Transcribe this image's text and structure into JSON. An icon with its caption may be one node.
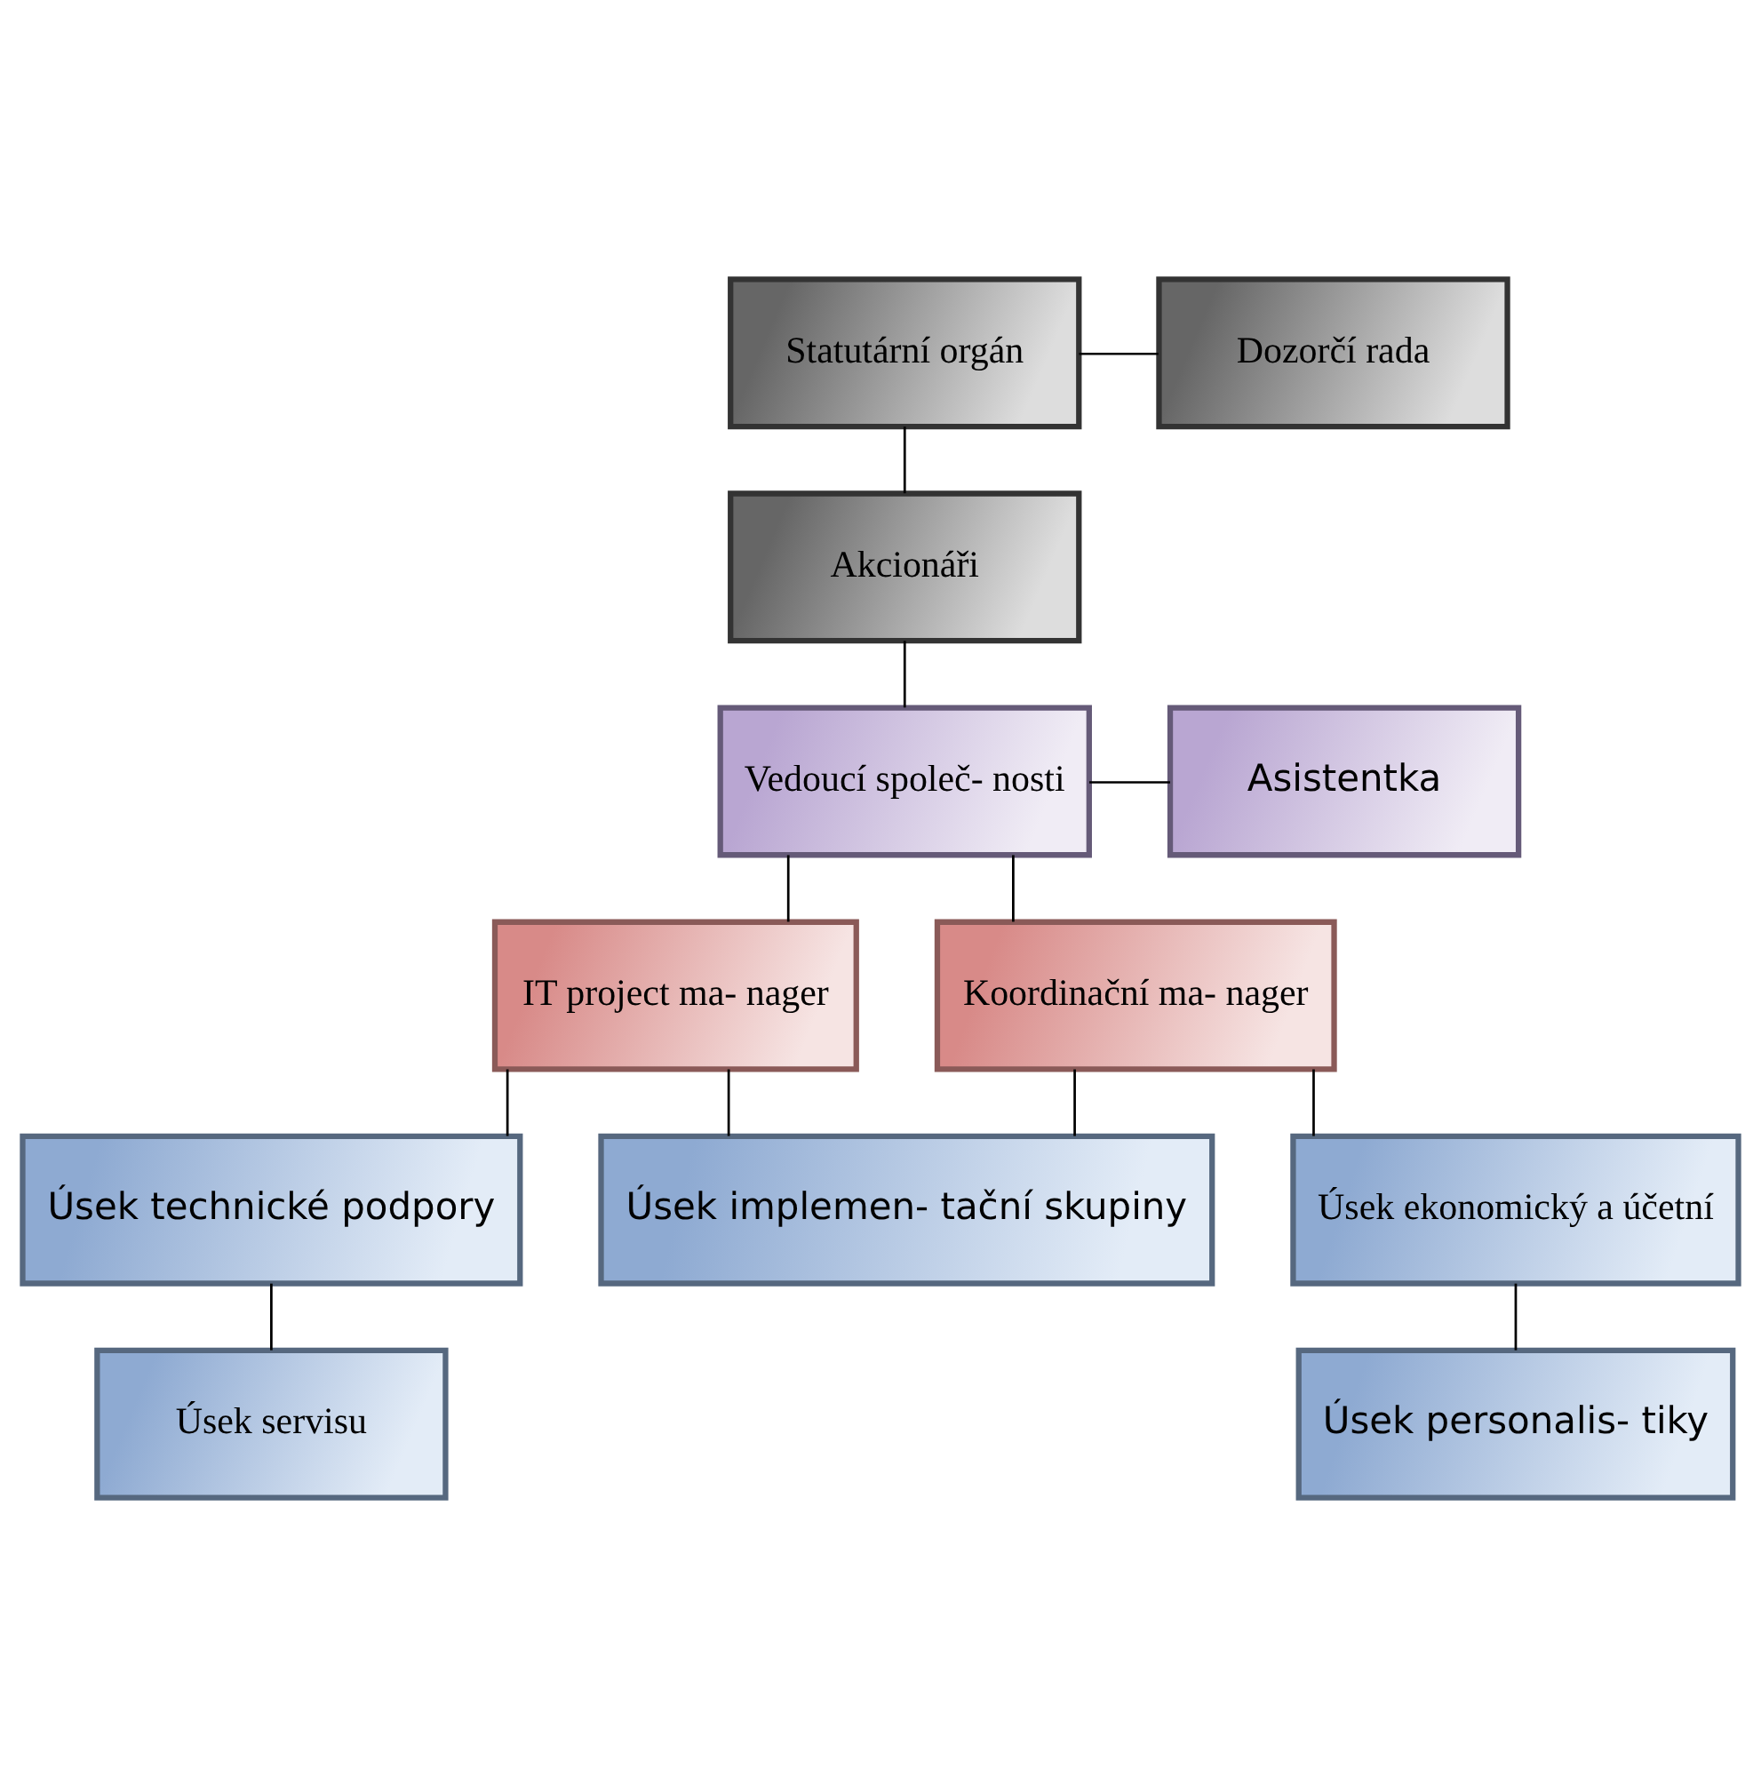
{
  "diagram": {
    "nodes": [
      {
        "text": [
          "Statutární orgán"
        ]
      },
      {
        "text": [
          "Dozorčí rada"
        ]
      },
      {
        "text": [
          "Akcionáři"
        ]
      },
      {
        "text": [
          "Vedoucí společ- nosti"
        ]
      },
      {
        "text": [
          "Asistentka"
        ]
      },
      {
        "text": [
          "IT project ma- nager"
        ]
      },
      {
        "text": [
          "Koordinační ma- nager"
        ]
      },
      {
        "text": [
          "Úsek technické podpory"
        ]
      },
      {
        "text": [
          "Úsek implemen- tační skupiny"
        ]
      },
      {
        "text": [
          "Úsek ekonomický a účetní"
        ]
      },
      {
        "text": [
          "Úsek servisu"
        ]
      },
      {
        "text": [
          "Úsek personalis- tiky"
        ]
      }
    ],
    "edges": [
      {
        "from": 0,
        "to": 2,
        "arrow": "none"
      },
      {
        "from": 0,
        "to": 1,
        "arrow": "none"
      },
      {
        "from": 2,
        "to": 3,
        "arrow": "none"
      },
      {
        "from": 3,
        "to": 4,
        "arrow": "none"
      },
      {
        "from": 3,
        "to": 5,
        "arrow": "none"
      },
      {
        "from": 3,
        "to": 6,
        "arrow": "none"
      },
      {
        "from": 5,
        "to": 7,
        "arrow": "none"
      },
      {
        "from": 5,
        "to": 8,
        "arrow": "none"
      },
      {
        "from": 6,
        "to": 8,
        "arrow": "none"
      },
      {
        "from": 6,
        "to": 9,
        "arrow": "none"
      },
      {
        "from": 7,
        "to": 10,
        "arrow": "none"
      },
      {
        "from": 9,
        "to": 11,
        "arrow": "none"
      }
    ]
  }
}
